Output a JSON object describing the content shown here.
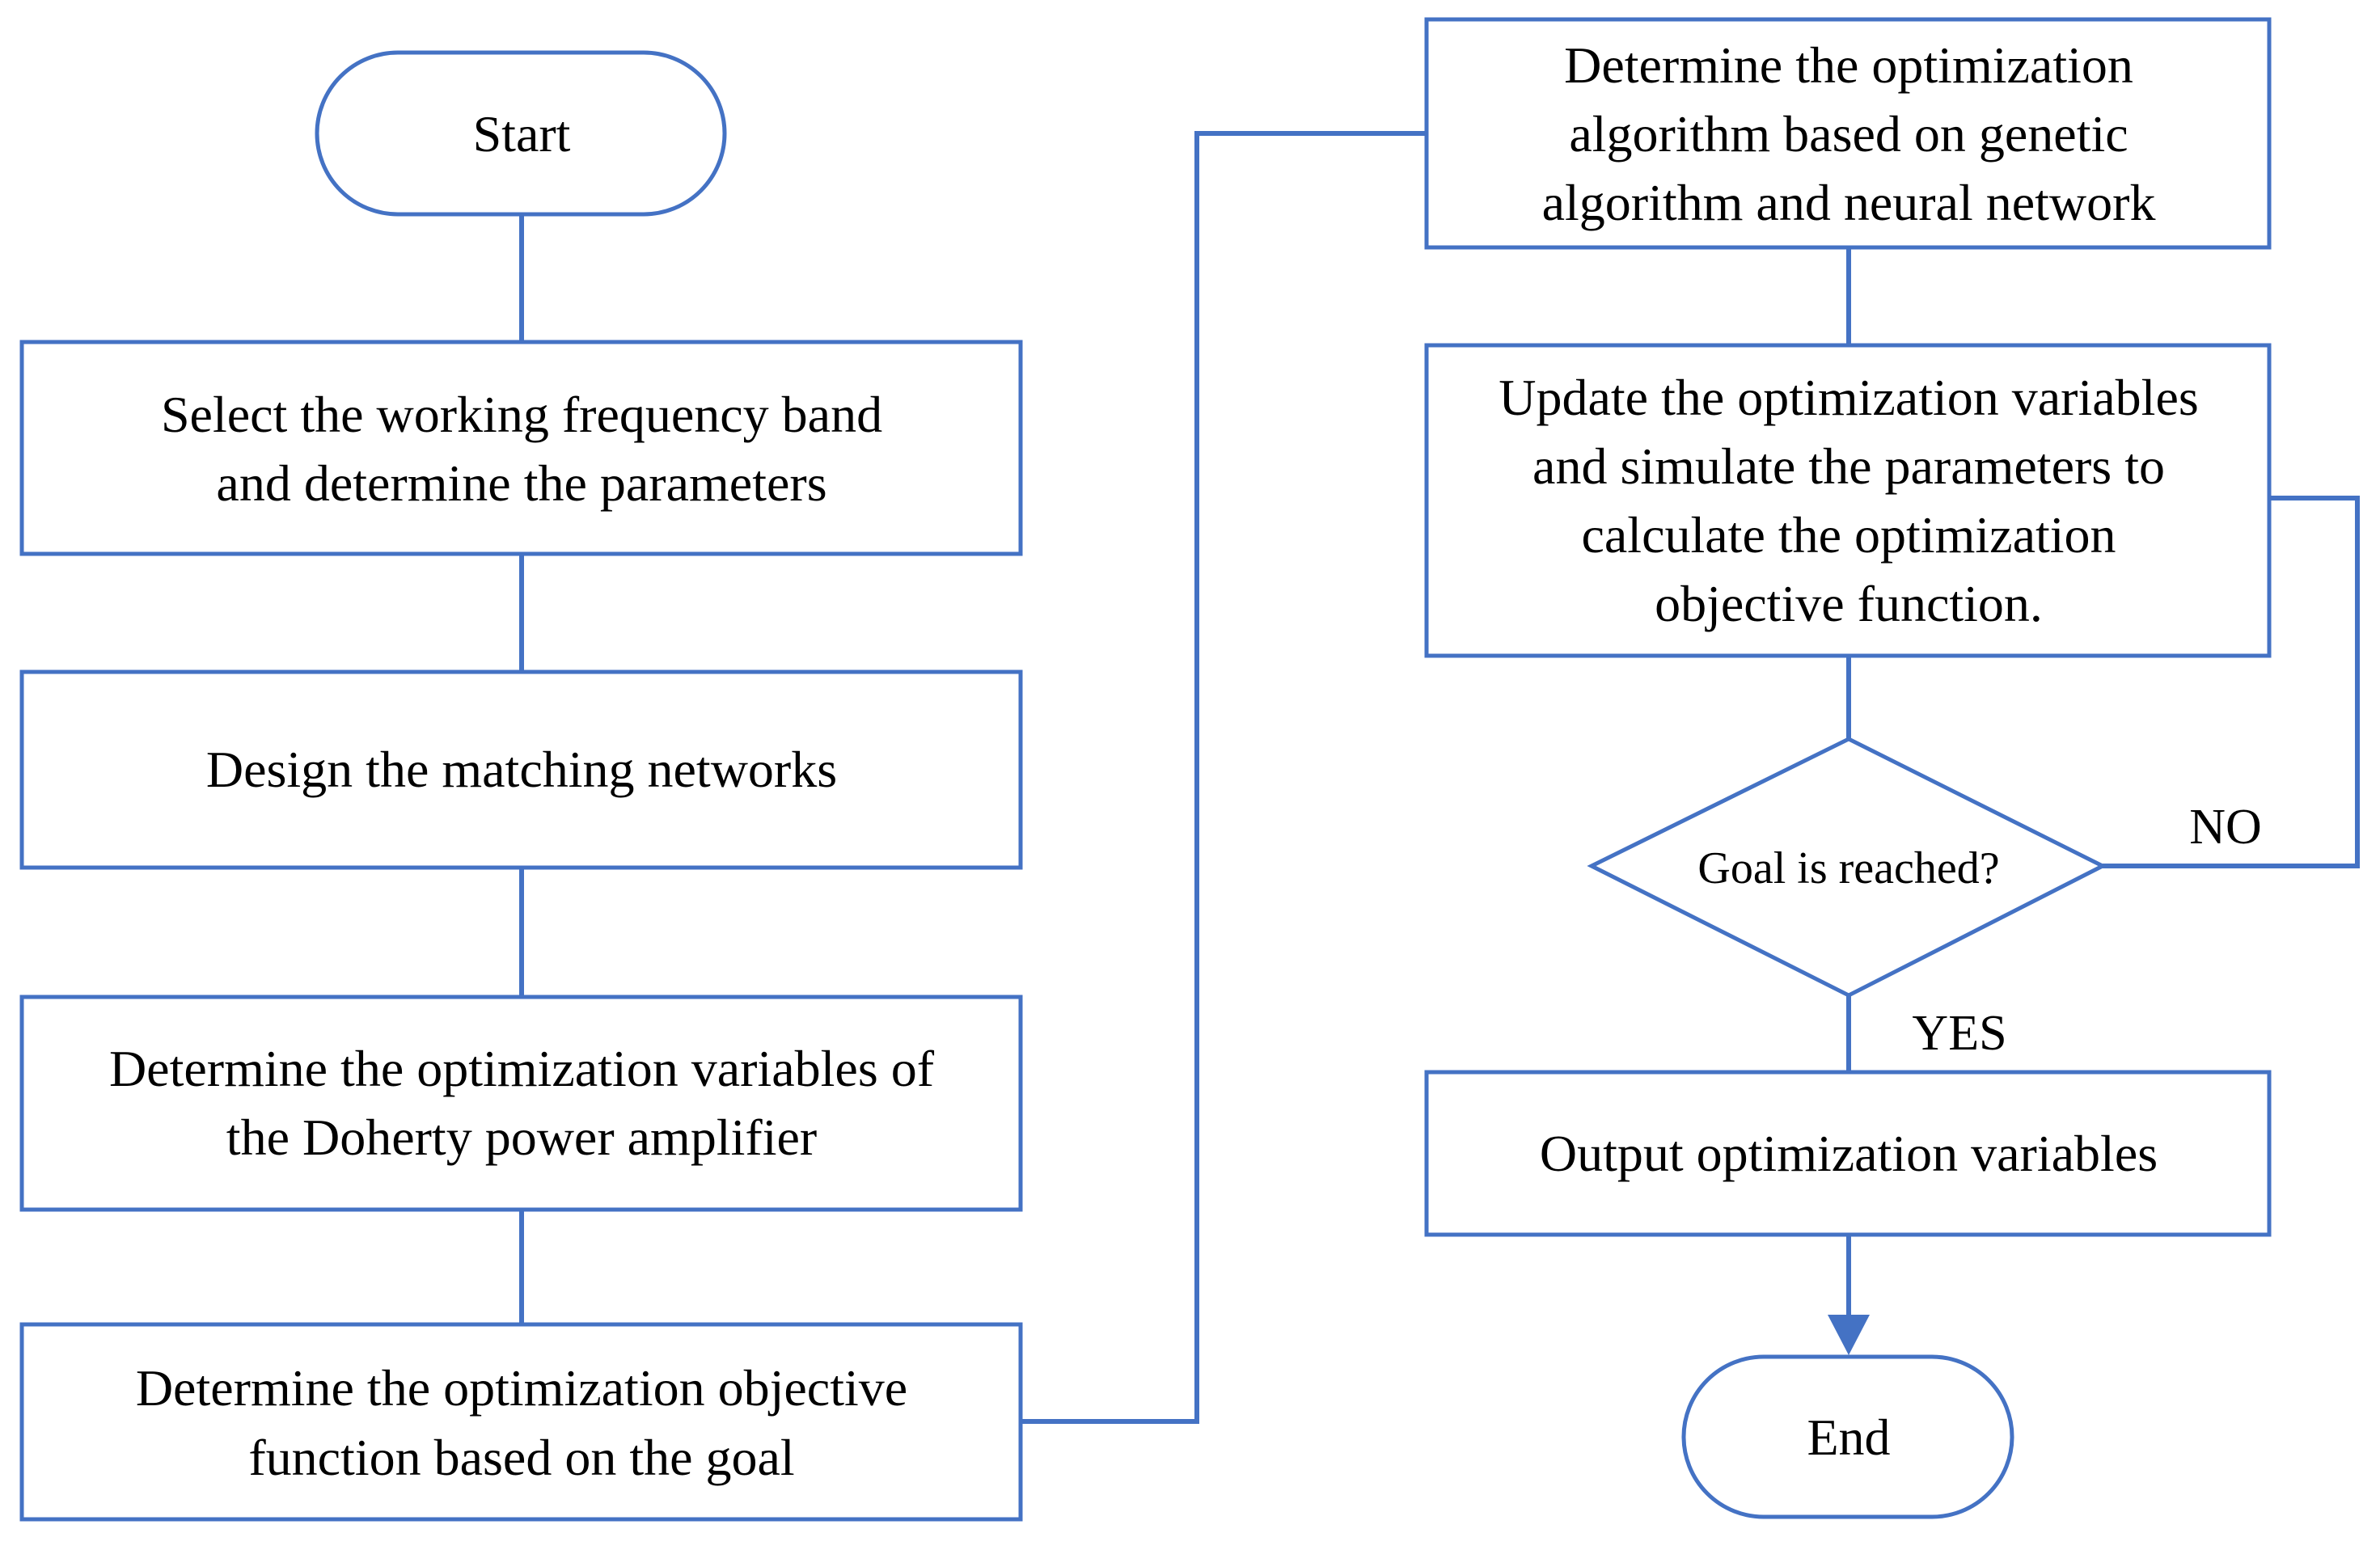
{
  "colors": {
    "stroke": "#4472C4",
    "fill": "#ffffff",
    "text": "#000000"
  },
  "nodes": {
    "start": {
      "label": "Start"
    },
    "select_band": {
      "lines": [
        "Select the working frequency band",
        "and determine the parameters"
      ]
    },
    "design_matching": {
      "lines": [
        "Design the matching networks"
      ]
    },
    "determine_variables": {
      "lines": [
        "Determine the optimization variables of",
        "the Doherty power amplifier"
      ]
    },
    "determine_objective": {
      "lines": [
        "Determine the optimization objective",
        "function based on the goal"
      ]
    },
    "determine_algorithm": {
      "lines": [
        "Determine the optimization",
        "algorithm  based on  genetic",
        "algorithm and neural network"
      ]
    },
    "update_variables": {
      "lines": [
        "Update the optimization variables",
        "and simulate the parameters to",
        "calculate the optimization",
        "objective function."
      ]
    },
    "goal_decision": {
      "label": "Goal is reached?"
    },
    "output_variables": {
      "lines": [
        "Output optimization variables"
      ]
    },
    "end": {
      "label": "End"
    }
  },
  "edge_labels": {
    "no": "NO",
    "yes": "YES"
  }
}
